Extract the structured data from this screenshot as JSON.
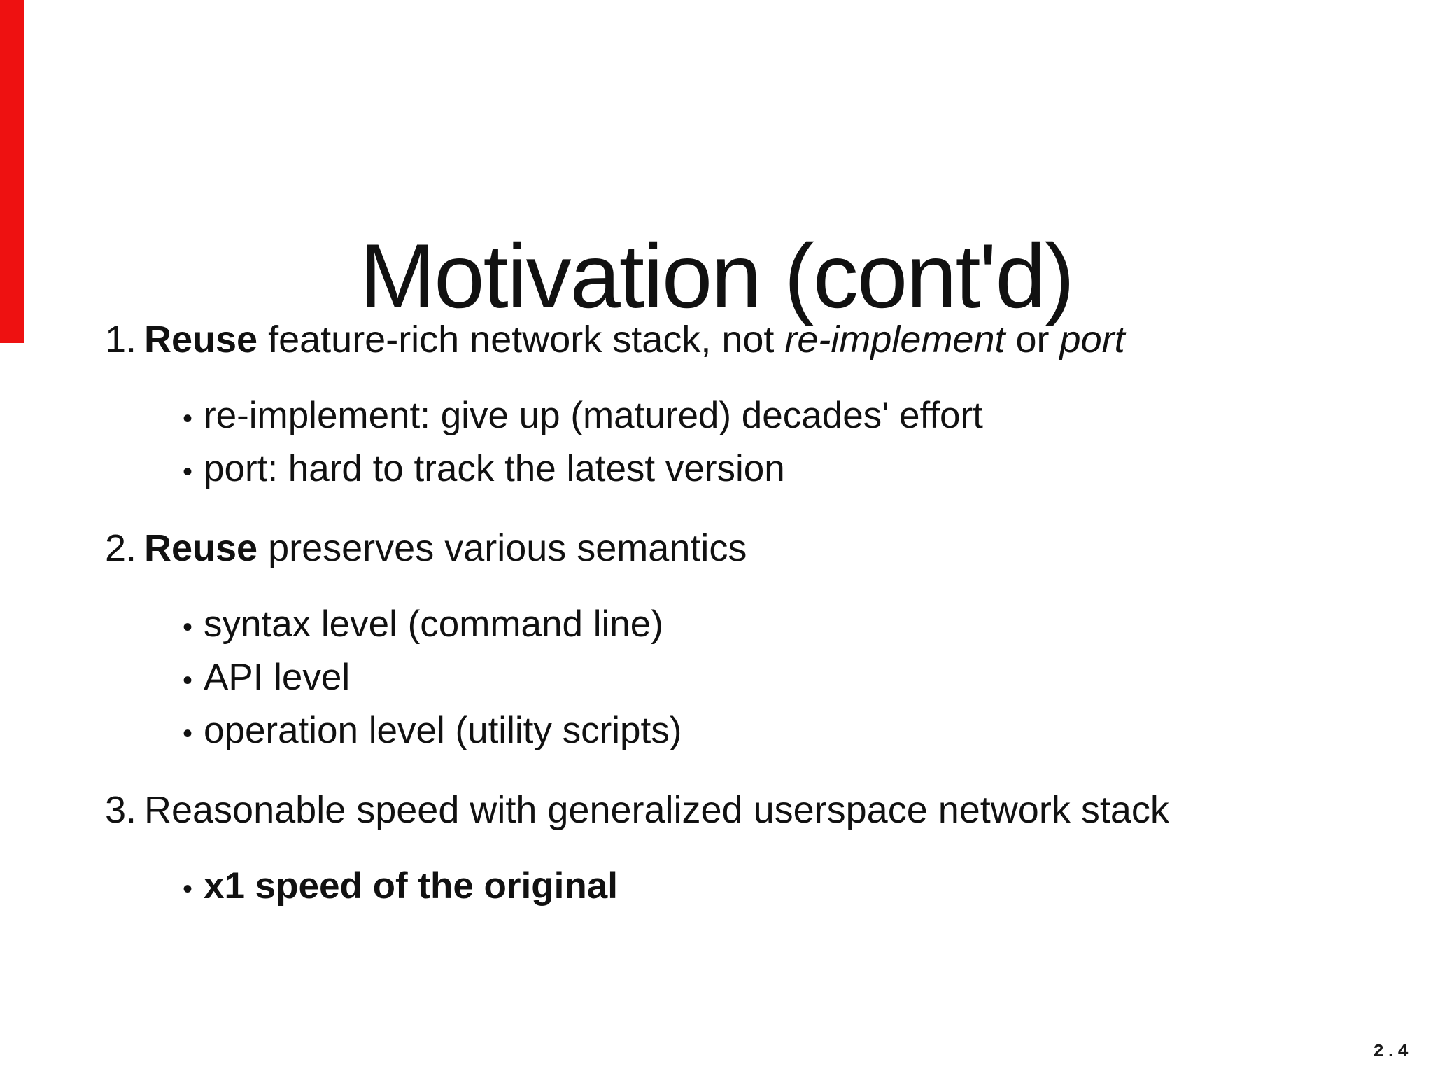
{
  "slide": {
    "title": "Motivation (cont'd)",
    "bullet_char": "•",
    "colors": {
      "background": "#ffffff",
      "text": "#111111",
      "accent_bar": "#ee1111"
    },
    "items": [
      {
        "number": "1.",
        "segments": [
          {
            "text": "Reuse",
            "style": "bold"
          },
          {
            "text": " feature-rich network stack, not ",
            "style": "regular"
          },
          {
            "text": "re-implement",
            "style": "italic"
          },
          {
            "text": " or ",
            "style": "regular"
          },
          {
            "text": "port",
            "style": "italic"
          }
        ],
        "bullets": [
          {
            "text": "re-implement: give up (matured) decades' effort",
            "bold": false
          },
          {
            "text": "port: hard to track the latest version",
            "bold": false
          }
        ]
      },
      {
        "number": "2.",
        "segments": [
          {
            "text": "Reuse",
            "style": "bold"
          },
          {
            "text": " preserves various semantics",
            "style": "regular"
          }
        ],
        "bullets": [
          {
            "text": "syntax level (command line)",
            "bold": false
          },
          {
            "text": "API level",
            "bold": false
          },
          {
            "text": "operation level (utility scripts)",
            "bold": false
          }
        ]
      },
      {
        "number": "3.",
        "segments": [
          {
            "text": "Reasonable speed with generalized userspace network stack",
            "style": "regular"
          }
        ],
        "bullets": [
          {
            "text": "x1 speed of the original",
            "bold": true
          }
        ]
      }
    ],
    "page_number": "2.4"
  }
}
